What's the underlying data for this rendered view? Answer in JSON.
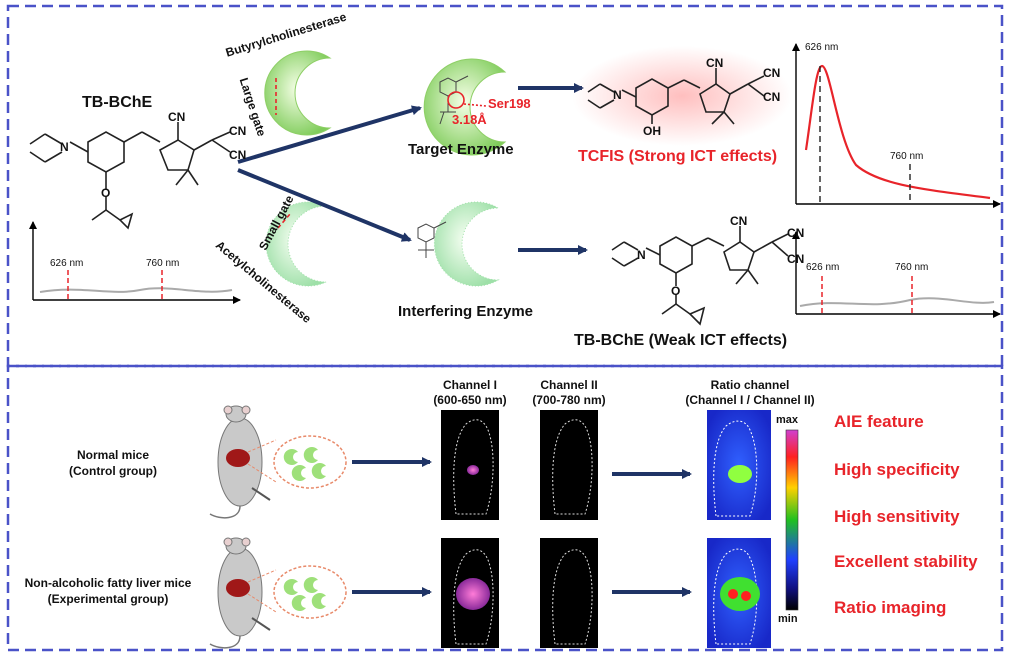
{
  "top": {
    "probe_name": "TB-BChE",
    "enzyme_bche_label": "Butyrylcholinesterase",
    "large_gate_label": "Large gate",
    "enzyme_ache_label": "Acetylcholinesterase",
    "small_gate_label": "Small gate",
    "target_enzyme_label": "Target Enzyme",
    "interfering_enzyme_label": "Interfering Enzyme",
    "ser_label": "Ser198",
    "distance_label": "3.18Å",
    "product_strong_label": "TCFIS (Strong ICT effects)",
    "product_weak_label": "TB-BChE (Weak ICT effects)",
    "oh_label": "OH",
    "cn_label": "CN",
    "n_label": "N",
    "o_label": "O",
    "spectrum_peak1": "626 nm",
    "spectrum_peak2": "760 nm"
  },
  "bottom": {
    "normal_title": "Normal mice",
    "normal_sub": "(Control group)",
    "nafld_title": "Non-alcoholic fatty liver mice",
    "nafld_sub": "(Experimental group)",
    "channel1_title": "Channel I",
    "channel1_range": "(600-650 nm)",
    "channel2_title": "Channel II",
    "channel2_range": "(700-780 nm)",
    "ratio_title": "Ratio channel",
    "ratio_sub": "(Channel I / Channel II)",
    "scale_max": "max",
    "scale_min": "min",
    "features": [
      "AIE feature",
      "High specificity",
      "High sensitivity",
      "Excellent stability",
      "Ratio imaging"
    ]
  },
  "colors": {
    "frame_blue": "#4a52c8",
    "arrow_navy": "#1f3466",
    "accent_red": "#e8242a",
    "enzyme_green": "#8fd66a"
  }
}
